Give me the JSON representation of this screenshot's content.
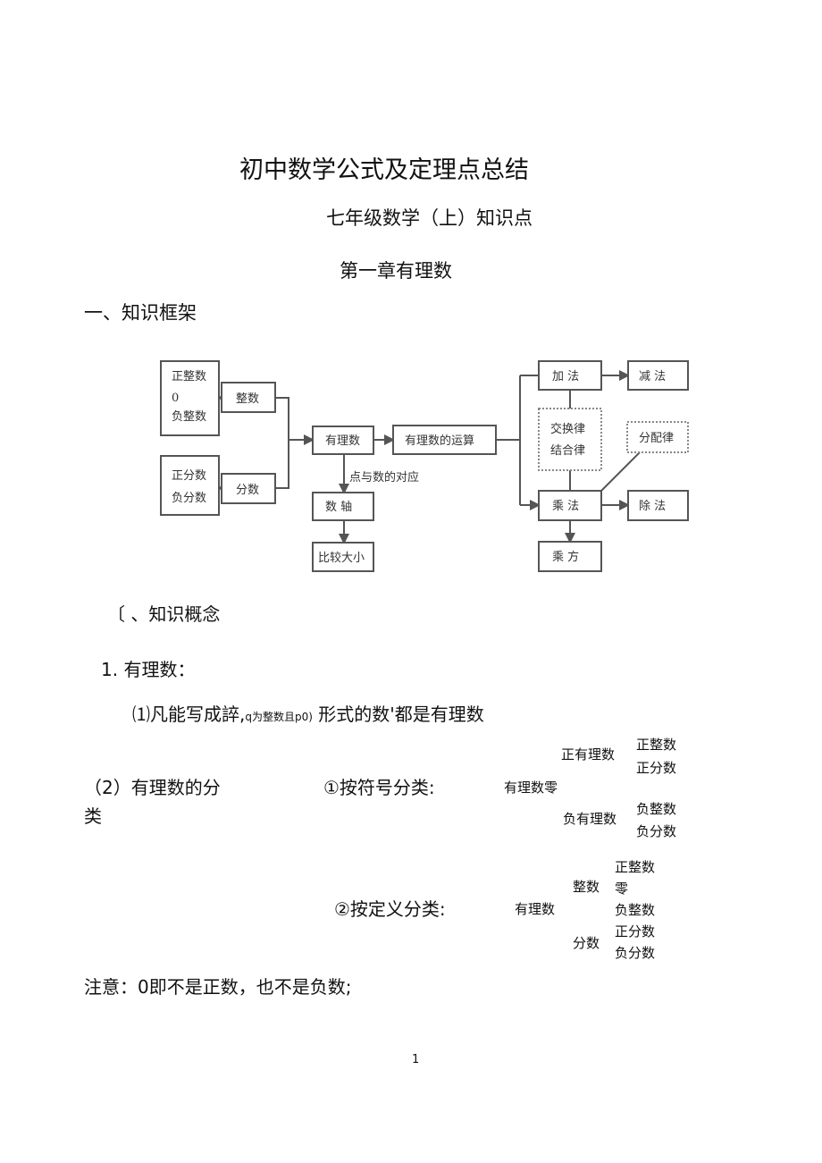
{
  "title": "初中数学公式及定理点总结",
  "subtitle": "七年级数学（上）知识点",
  "chapter": "第一章有理数",
  "section1": "一、知识框架",
  "diagram": {
    "integers_list": [
      "正整数",
      "0",
      "负整数"
    ],
    "integers": "整数",
    "fractions_list": [
      "正分数",
      "负分数"
    ],
    "fractions": "分数",
    "rational": "有理数",
    "operations": "有理数的运算",
    "correspondence": "点与数的对应",
    "number_line": "数 轴",
    "compare": "比较大小",
    "add": "加 法",
    "subtract": "减 法",
    "laws": [
      "交换律",
      "结合律"
    ],
    "distributive": "分配律",
    "multiply": "乘 法",
    "divide": "除 法",
    "power": "乘 方"
  },
  "section2": "〔 、知识概念",
  "item1": "1. 有理数：",
  "item1_1": "⑴凡能写成誶,",
  "item1_1_small": "q为整数且p0)",
  "item1_1_end": "形式的数'都是有理数",
  "item2_a": "（2）有理数的分",
  "item2_b": "类",
  "by_sign": {
    "label": "①按符号分类:",
    "root": "有理数零",
    "pos": "正有理数",
    "pos_items": [
      "正整数",
      "正分数"
    ],
    "neg": "负有理数",
    "neg_items": [
      "负整数",
      "负分数"
    ]
  },
  "by_def": {
    "label": "②按定义分类:",
    "root": "有理数",
    "int": "整数",
    "int_items": [
      "正整数",
      "零",
      "负整数"
    ],
    "frac": "分数",
    "frac_items": [
      "正分数",
      "负分数"
    ]
  },
  "note": "注意：0即不是正数，也不是负数;",
  "page_number": "1"
}
